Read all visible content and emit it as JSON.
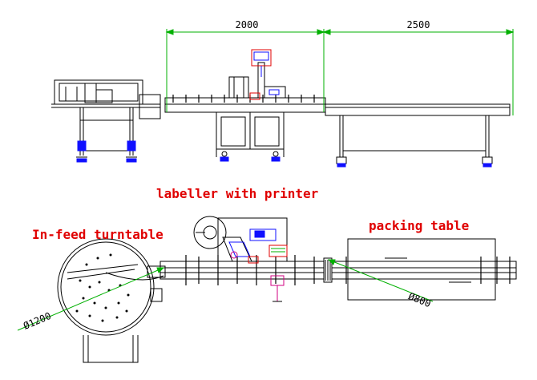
{
  "dimensions": {
    "front_span_1": "2000",
    "front_span_2": "2500",
    "turntable_diameter": "Ø1200",
    "packing_table_diameter": "Ø800"
  },
  "labels": {
    "labeller": "labeller with printer",
    "infeed": "In-feed turntable",
    "packing": "packing table"
  },
  "colors": {
    "line": "#000000",
    "dimension": "#00b000",
    "label_text": "#e00000",
    "accent_red": "#e00000",
    "accent_blue": "#1010ff",
    "accent_magenta": "#d00080"
  }
}
